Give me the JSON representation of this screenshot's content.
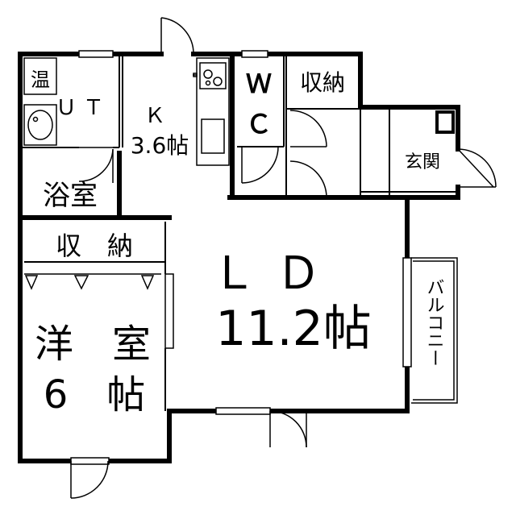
{
  "floorplan": {
    "rooms": {
      "water_heater": "温",
      "utility": "ＵＴ",
      "kitchen_label": "Ｋ",
      "kitchen_size": "3.6帖",
      "toilet_w": "Ｗ",
      "toilet_c": "Ｃ",
      "storage_top": "収納",
      "entrance": "玄関",
      "bathroom": "浴室",
      "storage_left": "収　納",
      "western_name": "洋　室",
      "western_size": "6　帖",
      "ld_label": "ＬＤ",
      "ld_size": "11.2帖",
      "balcony": "バルコニー"
    },
    "colors": {
      "wall": "#000000",
      "fixture": "#000000",
      "background": "#ffffff"
    }
  }
}
